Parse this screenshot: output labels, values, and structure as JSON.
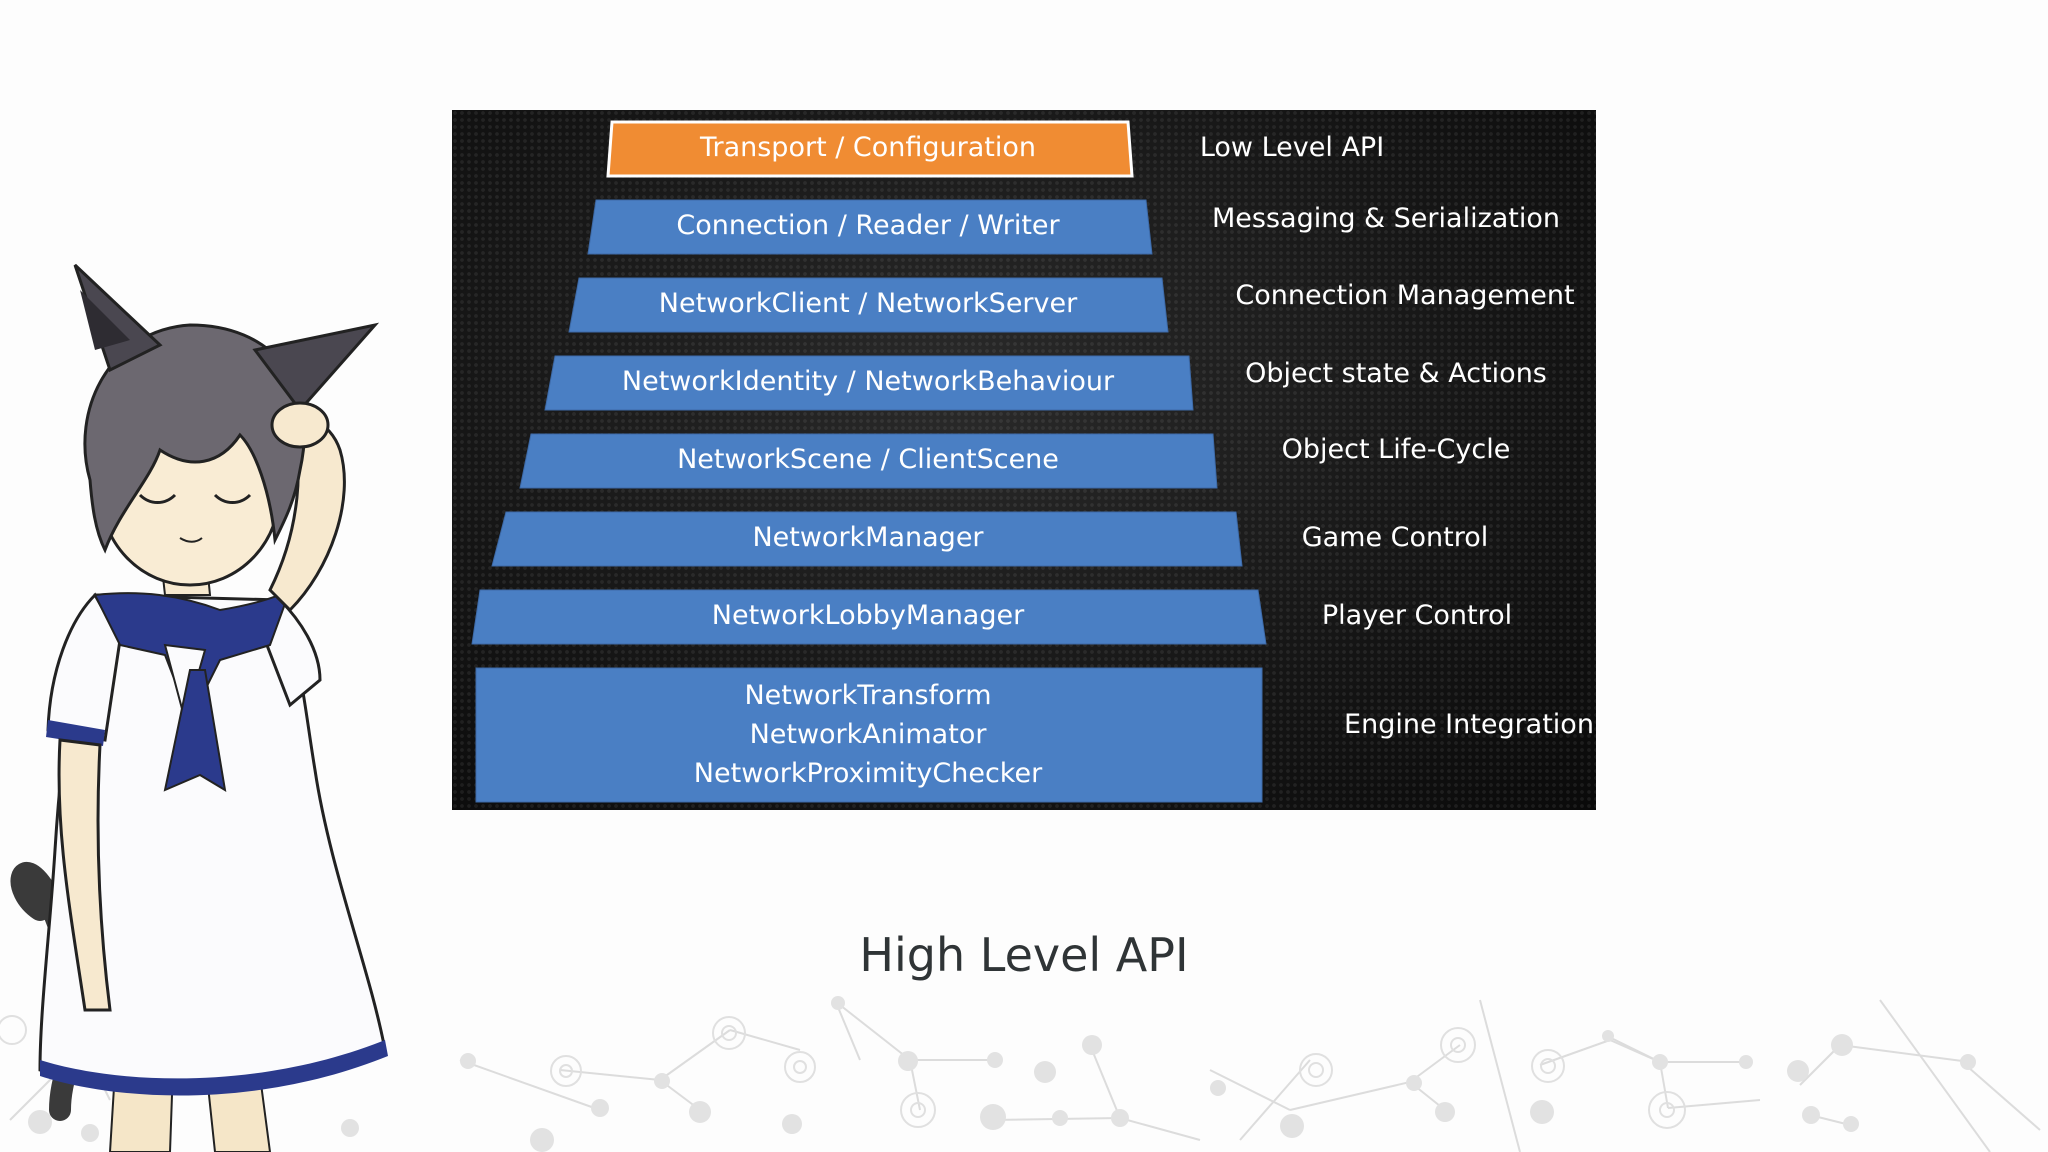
{
  "caption": "High Level API",
  "diagram": {
    "layers": [
      {
        "label": "Transport / Configuration",
        "description": "Low Level API",
        "color": "#f08c33"
      },
      {
        "label": "Connection / Reader / Writer",
        "description": "Messaging & Serialization",
        "color": "#4a7fc4"
      },
      {
        "label": "NetworkClient / NetworkServer",
        "description": "Connection Management",
        "color": "#4a7fc4"
      },
      {
        "label": "NetworkIdentity / NetworkBehaviour",
        "description": "Object state & Actions",
        "color": "#4a7fc4"
      },
      {
        "label": "NetworkScene / ClientScene",
        "description": "Object Life-Cycle",
        "color": "#4a7fc4"
      },
      {
        "label": "NetworkManager",
        "description": "Game Control",
        "color": "#4a7fc4"
      },
      {
        "label": "NetworkLobbyManager",
        "description": "Player Control",
        "color": "#4a7fc4"
      },
      {
        "lines": [
          "NetworkTransform",
          "NetworkAnimator",
          "NetworkProximityChecker"
        ],
        "description": "Engine Integration",
        "color": "#4a7fc4"
      }
    ]
  },
  "colors": {
    "panel": "#121212",
    "layer_blue": "#4a7fc4",
    "layer_orange": "#f08c33",
    "text_caption": "#2f3436"
  }
}
